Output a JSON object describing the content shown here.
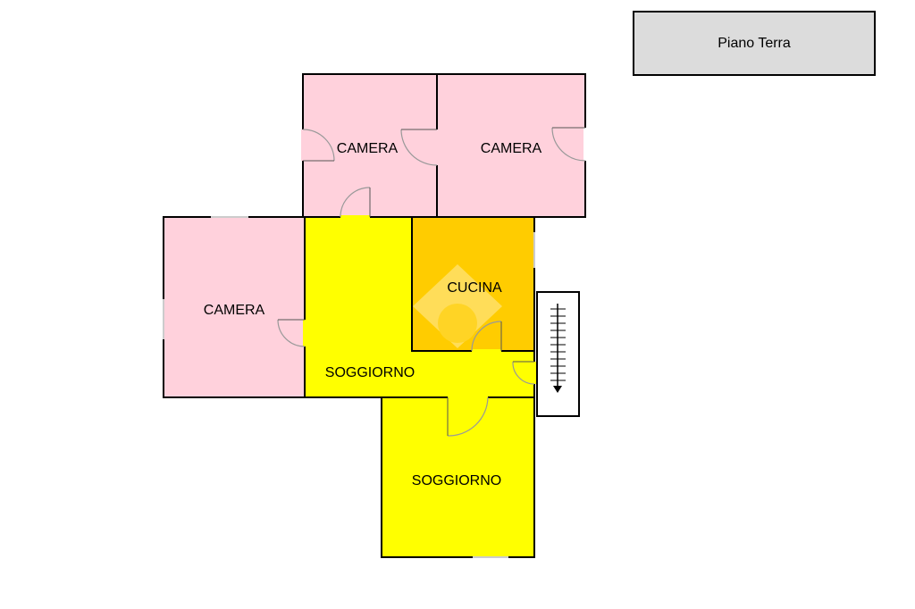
{
  "floor_label": "Piano Terra",
  "rooms": {
    "camera_top_left": "CAMERA",
    "camera_top_right": "CAMERA",
    "camera_left": "CAMERA",
    "cucina": "CUCINA",
    "soggiorno_main": "SOGGIORNO",
    "soggiorno_lower": "SOGGIORNO"
  },
  "colors": {
    "camera": "#ffd1dc",
    "soggiorno": "#ffff00",
    "cucina": "#ffcc00",
    "floor_box": "#dcdcdc",
    "door": "#999999"
  }
}
